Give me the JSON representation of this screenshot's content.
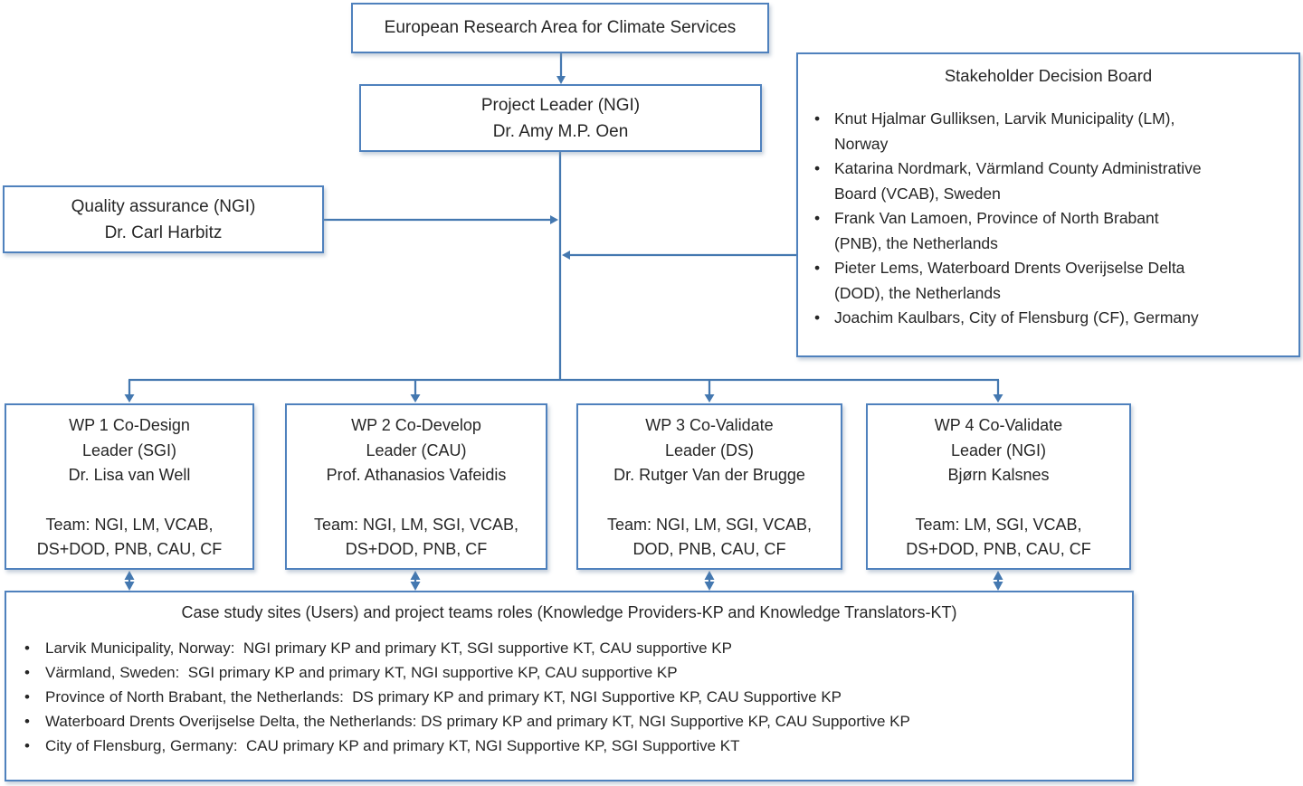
{
  "colors": {
    "accent": "#4478B0",
    "border": "#4F81BD",
    "text": "#262626",
    "background": "#FFFFFF"
  },
  "bullet_char": "•",
  "era": {
    "title": "European Research Area for Climate Services"
  },
  "project_leader": {
    "role": "Project Leader (NGI)",
    "name": "Dr. Amy M.P. Oen"
  },
  "quality_assurance": {
    "role": "Quality assurance (NGI)",
    "name": "Dr. Carl Harbitz"
  },
  "stakeholder_board": {
    "title": "Stakeholder Decision Board",
    "members": [
      "Knut Hjalmar Gulliksen, Larvik Municipality (LM),\nNorway",
      "Katarina Nordmark, Värmland County Administrative\nBoard (VCAB), Sweden",
      "Frank Van Lamoen, Province of North Brabant\n(PNB), the Netherlands",
      "Pieter Lems, Waterboard Drents Overijselse Delta\n(DOD), the Netherlands",
      "Joachim Kaulbars, City of Flensburg (CF), Germany"
    ]
  },
  "work_packages": [
    {
      "title": "WP 1 Co-Design",
      "leader": "Leader (SGI)",
      "leader_name": "Dr. Lisa van Well",
      "team": "Team: NGI, LM, VCAB,\nDS+DOD, PNB, CAU, CF"
    },
    {
      "title": "WP 2 Co-Develop",
      "leader": "Leader (CAU)",
      "leader_name": "Prof. Athanasios Vafeidis",
      "team": "Team: NGI, LM, SGI, VCAB,\nDS+DOD, PNB, CF"
    },
    {
      "title": "WP 3 Co-Validate",
      "leader": "Leader (DS)",
      "leader_name": "Dr. Rutger Van der Brugge",
      "team": "Team: NGI, LM, SGI, VCAB,\nDOD, PNB, CAU, CF"
    },
    {
      "title": "WP 4 Co-Validate",
      "leader": "Leader (NGI)",
      "leader_name": "Bjørn Kalsnes",
      "team": "Team: LM, SGI, VCAB,\nDS+DOD, PNB, CAU, CF"
    }
  ],
  "case_study": {
    "title": "Case study sites (Users) and project teams roles (Knowledge Providers-KP and Knowledge Translators-KT)",
    "sites": [
      "Larvik Municipality, Norway:  NGI primary KP and primary KT, SGI supportive KT, CAU supportive KP",
      "Värmland, Sweden:  SGI primary KP and primary KT, NGI supportive KP, CAU supportive KP",
      "Province of North Brabant, the Netherlands:  DS primary KP and primary KT, NGI Supportive KP, CAU Supportive KP",
      "Waterboard Drents Overijselse Delta, the Netherlands: DS primary KP and primary KT, NGI Supportive KP, CAU Supportive KP",
      "City of Flensburg, Germany:  CAU primary KP and primary KT, NGI Supportive KP, SGI Supportive KT"
    ]
  }
}
